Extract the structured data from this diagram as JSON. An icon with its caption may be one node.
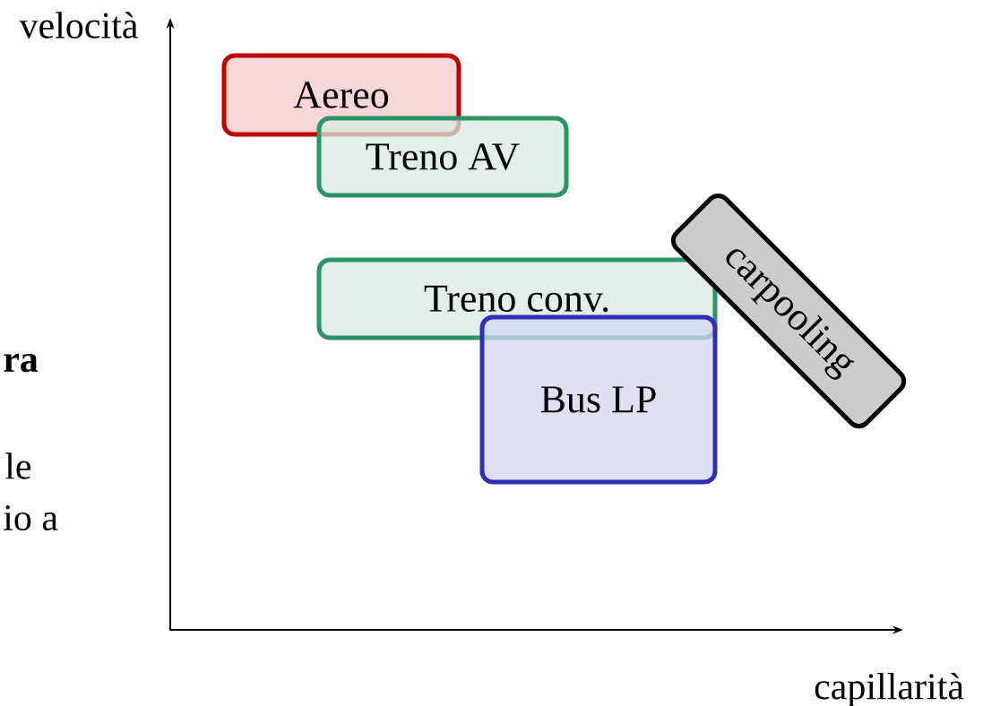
{
  "diagram": {
    "nodes": [
      {
        "text": [
          "Aereo"
        ]
      },
      {
        "text": [
          "Treno AV"
        ]
      },
      {
        "text": [
          "Treno conv."
        ]
      },
      {
        "text": [
          "Bus LP"
        ]
      },
      {
        "text": [
          "carpooling"
        ]
      }
    ],
    "labels": [
      "velocità",
      "capillarità",
      "ra",
      "le",
      "io a"
    ]
  }
}
